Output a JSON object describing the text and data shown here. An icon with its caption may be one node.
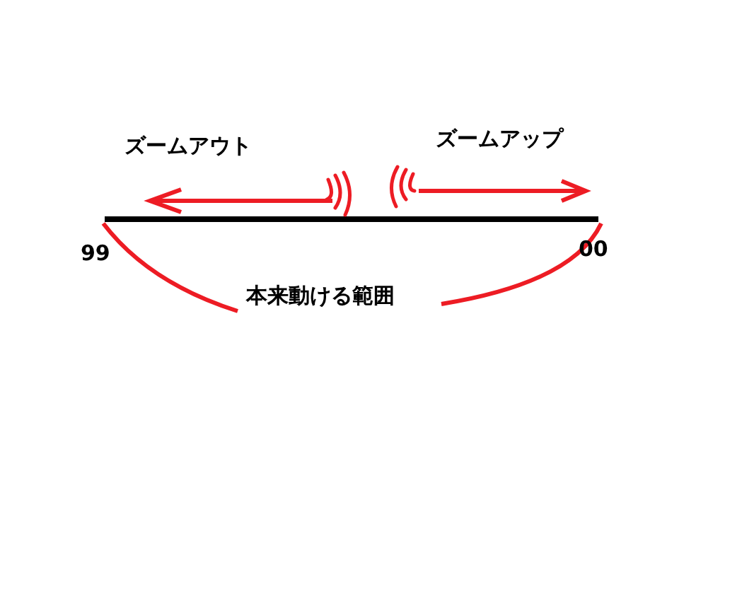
{
  "diagram": {
    "labels": [
      "ズームアウト",
      "ズームアップ",
      "99",
      "00",
      "本来動ける範囲"
    ]
  }
}
